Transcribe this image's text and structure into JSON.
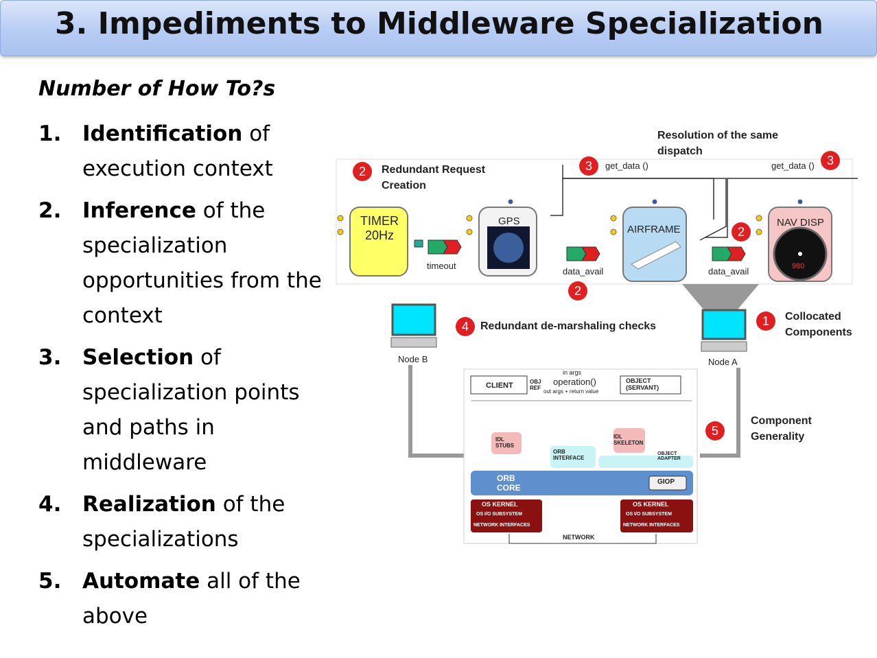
{
  "title": "3.  Impediments to Middleware Specialization",
  "subtitle": "Number of How To?s",
  "steps": [
    {
      "num": "1.",
      "key": "Identification",
      "rest": " of execution context"
    },
    {
      "num": "2.",
      "key": "Inference",
      "rest": " of the specialization opportunities from the context"
    },
    {
      "num": "3.",
      "key": "Selection",
      "rest": " of specialization points and paths in middleware"
    },
    {
      "num": "4.",
      "key": "Realization",
      "rest": " of the specializations"
    },
    {
      "num": "5.",
      "key": "Automate",
      "rest": " all of the above"
    }
  ],
  "diagram": {
    "resolution_label": "Resolution of the same dispatch",
    "redundant_request_label": "Redundant Request Creation",
    "demarshaling_label": "Redundant de-marshaling checks",
    "collocated_label": "Collocated Components",
    "generality_label": "Component Generality",
    "components": {
      "timer": "TIMER 20Hz",
      "gps": "GPS",
      "airframe": "AIRFRAME",
      "nav": "NAV DISP"
    },
    "events": {
      "timeout": "timeout",
      "data_avail_1": "data_avail",
      "data_avail_2": "data_avail",
      "get_data_1": "get_data ()",
      "get_data_2": "get_data ()"
    },
    "badges": {
      "b2_top": "2",
      "b3_left": "3",
      "b3_right": "3",
      "b2_right": "2",
      "b2_bottom": "2",
      "b4": "4",
      "b1": "1",
      "b5": "5"
    },
    "nodes": {
      "node_b": "Node B",
      "node_a": "Node A"
    },
    "orb": {
      "client": "CLIENT",
      "obj_ref": "OBJ REF",
      "operation": "operation()",
      "in_args": "in args",
      "out_args": "out args + return value",
      "object": "OBJECT (SERVANT)",
      "stubs": "IDL STUBS",
      "skeleton": "IDL SKELETON",
      "orb_interface": "ORB INTERFACE",
      "object_adapter": "OBJECT ADAPTER",
      "orb_core": "ORB CORE",
      "giop": "GIOP",
      "os_kernel_left": "OS KERNEL",
      "os_io_left": "OS I/O SUBSYSTEM",
      "net_if_left": "NETWORK INTERFACES",
      "os_kernel_right": "OS KERNEL",
      "os_io_right": "OS I/O SUBSYSTEM",
      "net_if_right": "NETWORK INTERFACES",
      "network": "NETWORK"
    },
    "nav_readout": "980"
  }
}
